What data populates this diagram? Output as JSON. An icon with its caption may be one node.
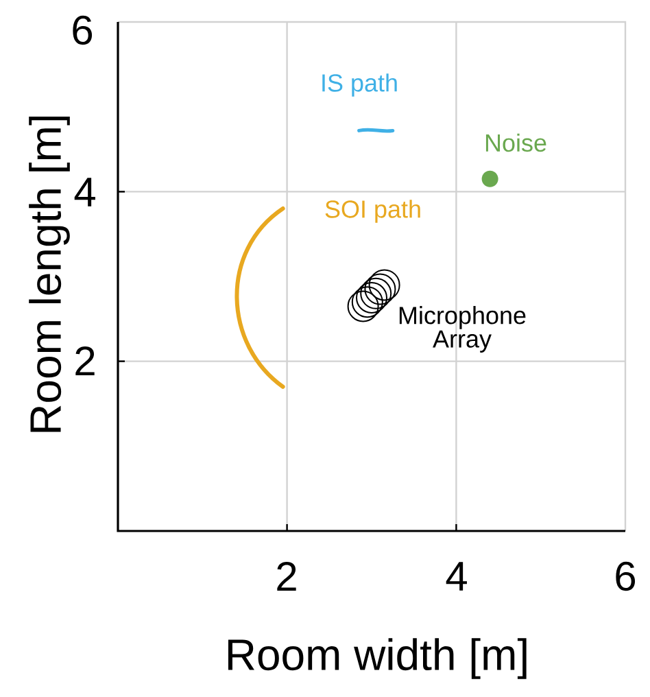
{
  "diagram": {
    "labels": [
      "6",
      "IS path",
      "Noise",
      "4",
      "SOI path",
      "Microphone Array",
      "2",
      "Room length [m]",
      "2",
      "4",
      "6",
      "Room width [m]"
    ]
  }
}
